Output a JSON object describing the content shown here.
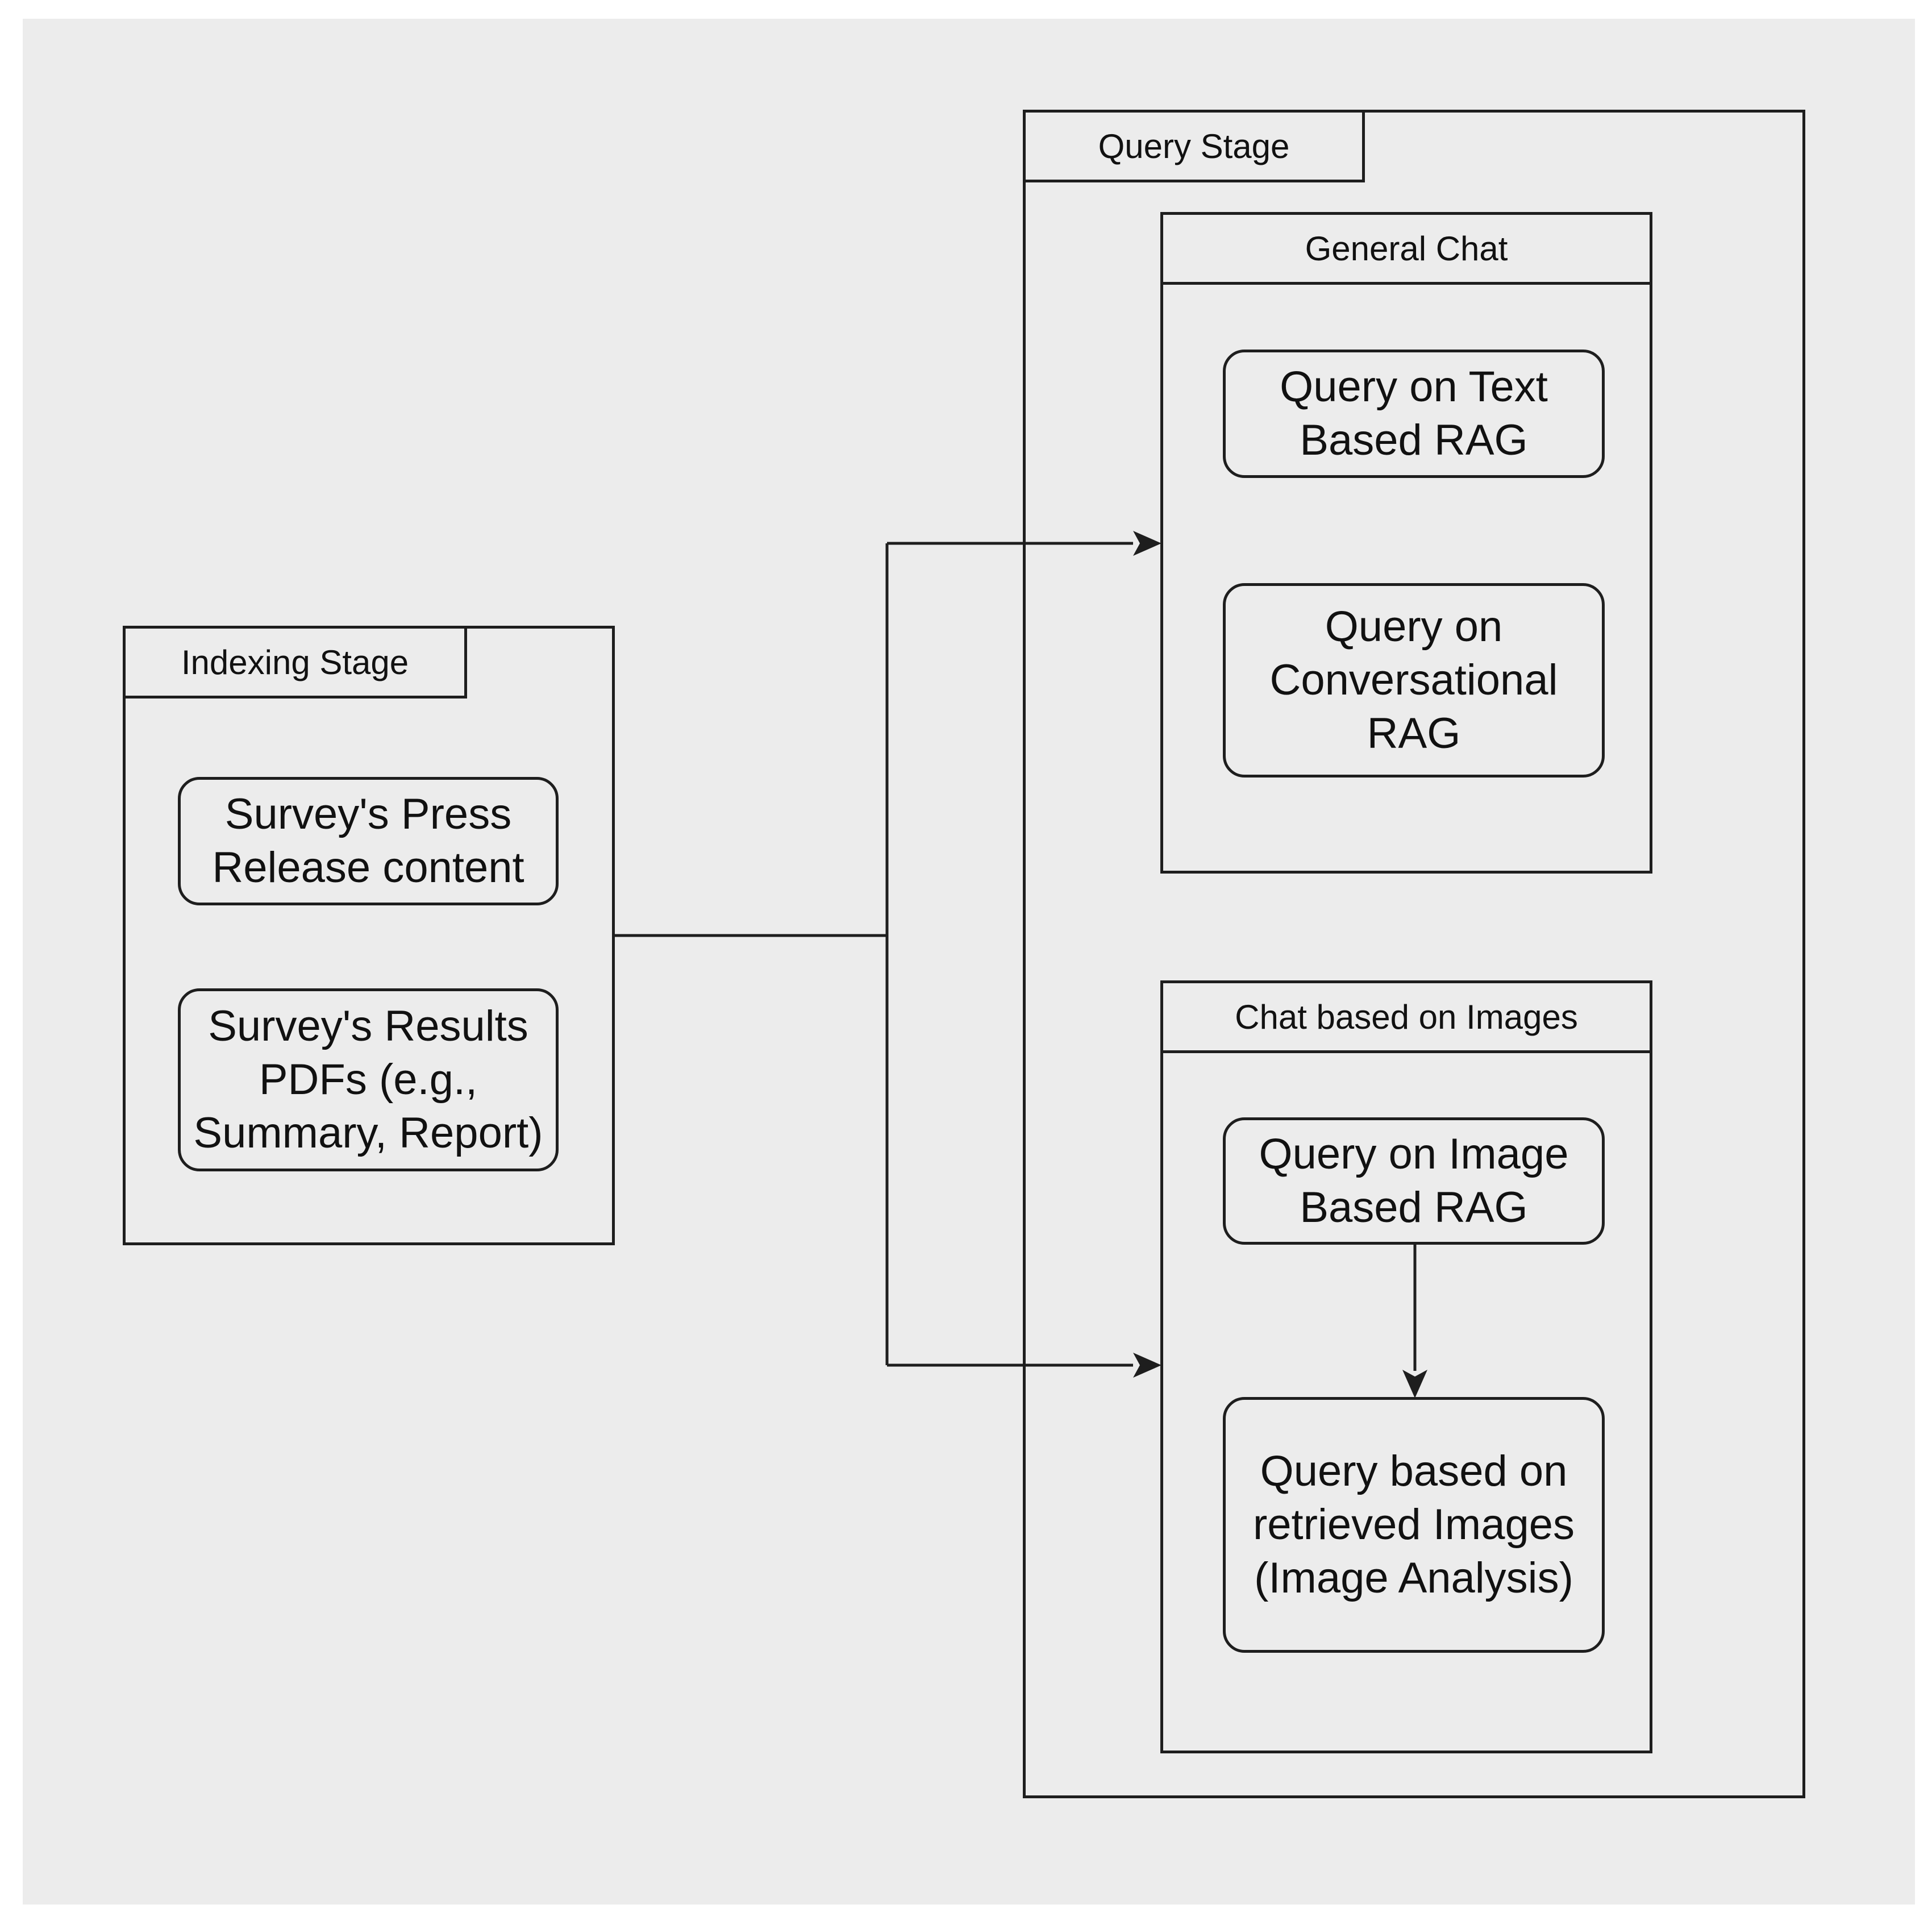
{
  "indexing_stage": {
    "label": "Indexing Stage",
    "items": [
      "Survey's Press\nRelease content",
      "Survey's Results\nPDFs (e.g.,\nSummary, Report)"
    ]
  },
  "query_stage": {
    "label": "Query Stage",
    "general_chat": {
      "label": "General Chat",
      "items": [
        "Query on Text\nBased RAG",
        "Query on\nConversational\nRAG"
      ]
    },
    "image_chat": {
      "label": "Chat based on Images",
      "items": [
        "Query on Image\nBased RAG",
        "Query based on\nretrieved Images\n(Image Analysis)"
      ]
    }
  },
  "colors": {
    "background": "#ececec",
    "stroke": "#1e1e1e"
  }
}
